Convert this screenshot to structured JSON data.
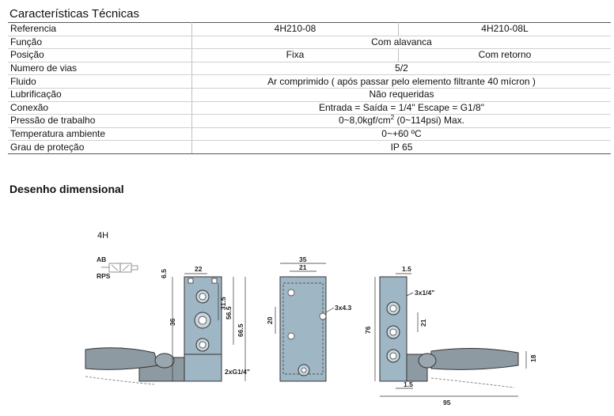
{
  "title": "Características Técnicas",
  "rows": {
    "ref": {
      "label": "Referencia",
      "a": "4H210-08",
      "b": "4H210-08L"
    },
    "func": {
      "label": "Função",
      "value": "Com alavanca"
    },
    "pos": {
      "label": "Posição",
      "a": "Fixa",
      "b": "Com retorno"
    },
    "vias": {
      "label": "Numero de vias",
      "value": "5/2"
    },
    "fluid": {
      "label": "Fluido",
      "value": "Ar comprimido ( após passar pelo elemento filtrante 40 mícron )"
    },
    "lub": {
      "label": "Lubrificação",
      "value": "Não requeridas"
    },
    "con": {
      "label": "Conexão",
      "value": "Entrada = Saída = 1/4\"  Escape = G1/8\""
    },
    "press": {
      "label": "Pressão de trabalho",
      "pre": "0~8,0kgf/cm",
      "sup": "2",
      "post": " (0~114psi)  Max."
    },
    "temp": {
      "label": "Temperatura ambiente",
      "value": "0~+60 ºC"
    },
    "grau": {
      "label": "Grau de proteção",
      "value": "IP 65"
    }
  },
  "drawing": {
    "heading": "Desenho dimensional",
    "model": "4H",
    "labels": {
      "d22": "22",
      "d6_5": "6.5",
      "d31_5": "31.5",
      "d36": "36",
      "d56_5": "56.5",
      "d66_5": "66.5",
      "port_label": "2xG1/4\"",
      "d35": "35",
      "d21_top": "21",
      "d3x4_3": "3x4.3",
      "d20": "20",
      "d1_5_top": "1.5",
      "d3x1_4": "3x1/4\"",
      "d76": "76",
      "d21_side": "21",
      "d18": "18",
      "d1_5_bottom": "1.5",
      "d95": "95",
      "symbol_ab": "AB",
      "symbol_rps": "RPS"
    }
  },
  "colors": {
    "body": "#9fb6c4",
    "body_dark": "#6f8a9a",
    "handle": "#8d9aa2",
    "line": "#333333"
  }
}
